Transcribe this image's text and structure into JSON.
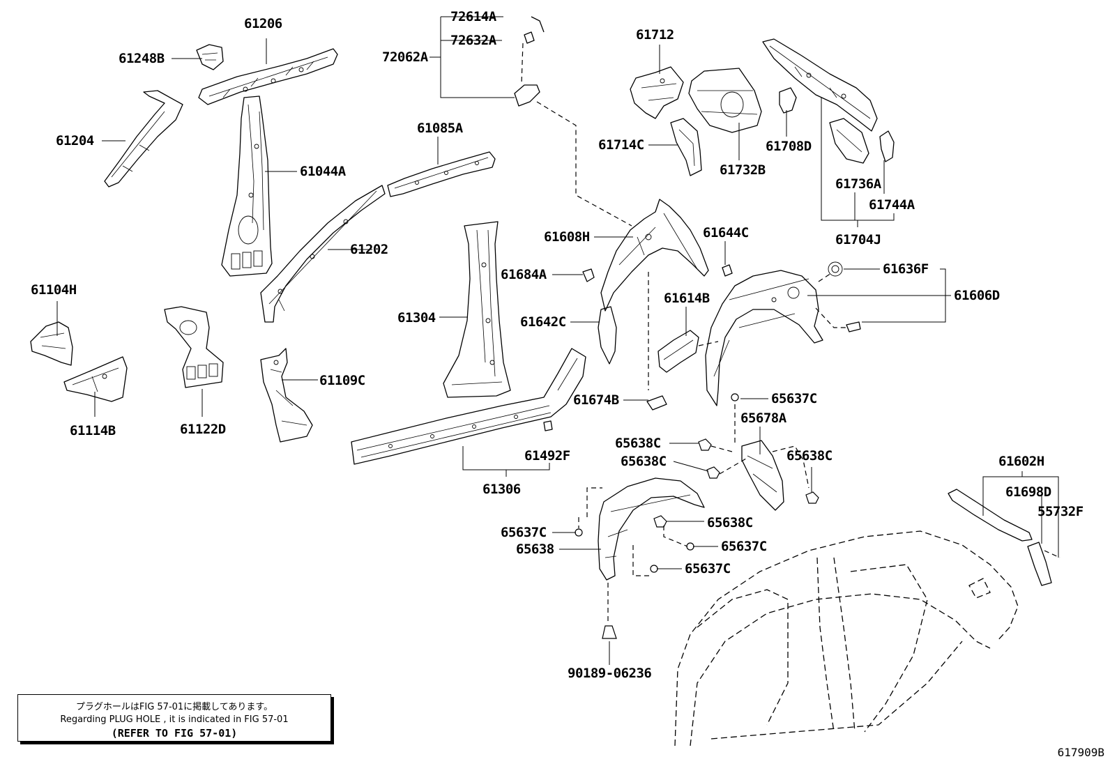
{
  "parts": {
    "p61206": "61206",
    "p61248B": "61248B",
    "p61204": "61204",
    "p61044A": "61044A",
    "p72614A": "72614A",
    "p72632A": "72632A",
    "p72062A": "72062A",
    "p61085A": "61085A",
    "p61202": "61202",
    "p61304": "61304",
    "p61104H": "61104H",
    "p61114B": "61114B",
    "p61122D": "61122D",
    "p61109C": "61109C",
    "p61306": "61306",
    "p61492F": "61492F",
    "p61712": "61712",
    "p61714C": "61714C",
    "p61732B": "61732B",
    "p61708D": "61708D",
    "p61736A": "61736A",
    "p61744A": "61744A",
    "p61704J": "61704J",
    "p61608H": "61608H",
    "p61644C": "61644C",
    "p61684A": "61684A",
    "p61642C": "61642C",
    "p61614B": "61614B",
    "p61674B": "61674B",
    "p61636F": "61636F",
    "p61606D": "61606D",
    "p65637C_a": "65637C",
    "p65678A": "65678A",
    "p65638C_a": "65638C",
    "p65638C_b": "65638C",
    "p65638C_c": "65638C",
    "p65638C_d": "65638C",
    "p65637C_b": "65637C",
    "p65637C_c": "65637C",
    "p65637C_d": "65637C",
    "p65638": "65638",
    "p9018906236": "90189-06236",
    "p61602H": "61602H",
    "p61698D": "61698D",
    "p55732F": "55732F"
  },
  "note": {
    "line1": "プラグホールはFIG 57-01に掲載してあります。",
    "line2": "Regarding  PLUG  HOLE , it is indicated in FIG 57-01",
    "line3": "(REFER TO FIG 57-01)"
  },
  "figure_number": "617909B"
}
